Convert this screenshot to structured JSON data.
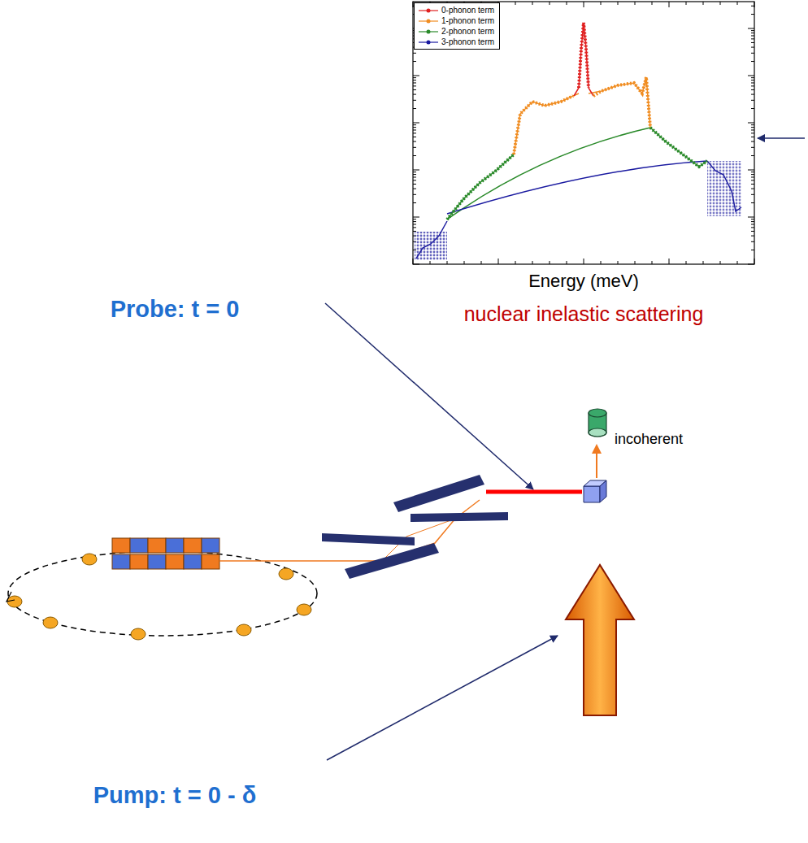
{
  "diagram": {
    "nodes": [
      {
        "text": [
          "incoherent"
        ]
      }
    ],
    "labels": [
      "Energy (meV)",
      "nuclear inelastic scattering",
      "Probe: t = 0",
      "Pump: t = 0 - δ"
    ],
    "legend": [
      {
        "text": "0-phonon term"
      },
      {
        "text": "1-phonon term"
      },
      {
        "text": "2-phonon term"
      },
      {
        "text": "3-phonon term"
      }
    ]
  }
}
